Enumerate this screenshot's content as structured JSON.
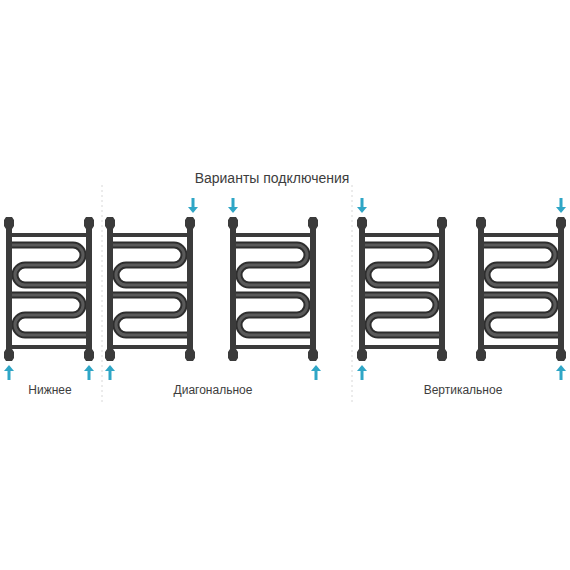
{
  "diagram": {
    "title": "Варианты подключения",
    "labels": [
      "Нижнее",
      "Диагональное",
      "Вертикальное"
    ]
  }
}
